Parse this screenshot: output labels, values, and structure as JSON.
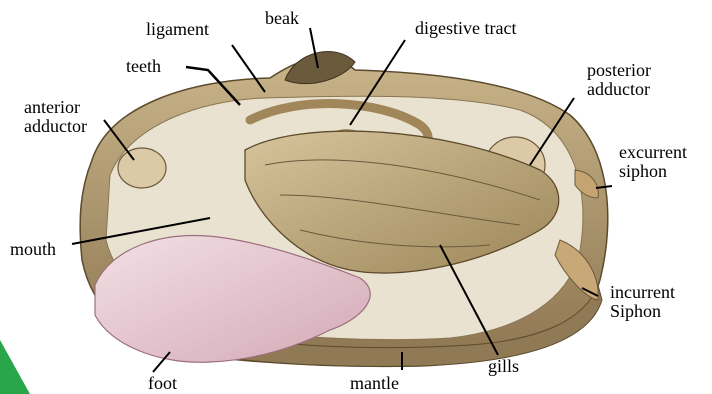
{
  "labels": {
    "ligament": "ligament",
    "beak": "beak",
    "digestive_tract": "digestive tract",
    "teeth": "teeth",
    "posterior_adductor": "posterior\nadductor",
    "anterior_adductor": "anterior\nadductor",
    "excurrent_siphon": "excurrent\nsiphon",
    "mouth": "mouth",
    "incurrent_siphon": "incurrent\nSiphon",
    "foot": "foot",
    "mantle": "mantle",
    "gills": "gills"
  },
  "colors": {
    "shell_outer": "#a89066",
    "shell_inner": "#e6dfcc",
    "mantle_band": "#8f7a55",
    "gill": "#b8a27a",
    "gill_dark": "#7d6a45",
    "foot": "#e8c9d2",
    "foot_shadow": "#c9a0ad",
    "adductor": "#dcc9a5",
    "leader": "#000000",
    "corner_badge": "#2aa64a"
  }
}
